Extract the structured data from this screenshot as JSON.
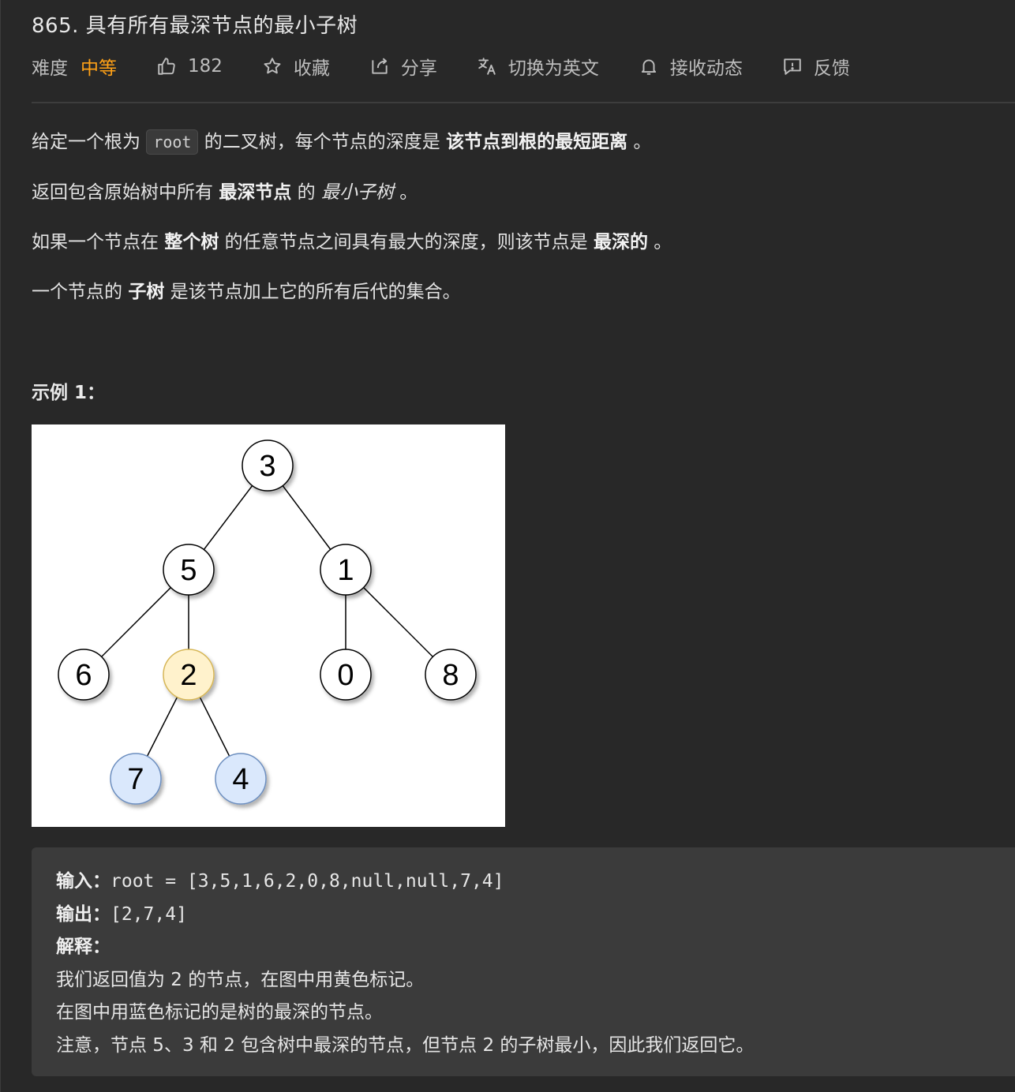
{
  "problem": {
    "title": "865. 具有所有最深节点的最小子树",
    "difficulty_label": "难度",
    "difficulty_value": "中等",
    "likes": "182",
    "favorite_label": "收藏",
    "share_label": "分享",
    "translate_label": "切换为英文",
    "notify_label": "接收动态",
    "feedback_label": "反馈"
  },
  "description": {
    "p1_a": "给定一个根为 ",
    "p1_code": "root",
    "p1_b": " 的二叉树，每个节点的深度是 ",
    "p1_bold": "该节点到根的最短距离",
    "p1_c": " 。",
    "p2_a": "返回包含原始树中所有 ",
    "p2_bold": "最深节点",
    "p2_b": " 的 ",
    "p2_italic": "最小子树",
    "p2_c": " 。",
    "p3_a": "如果一个节点在 ",
    "p3_bold1": "整个树",
    "p3_b": " 的任意节点之间具有最大的深度，则该节点是 ",
    "p3_bold2": "最深的",
    "p3_c": " 。",
    "p4_a": "一个节点的 ",
    "p4_bold": "子树",
    "p4_b": " 是该节点加上它的所有后代的集合。"
  },
  "example": {
    "title": "示例 1：",
    "tree_nodes": [
      "3",
      "5",
      "1",
      "6",
      "2",
      "0",
      "8",
      "7",
      "4"
    ],
    "colors": {
      "highlight_yellow": "#fff2cc",
      "highlight_blue": "#dae8fc",
      "accent": "#ffa116"
    },
    "input_label": "输入：",
    "input_value": "root = [3,5,1,6,2,0,8,null,null,7,4]",
    "output_label": "输出：",
    "output_value": "[2,7,4]",
    "explain_label": "解释：",
    "explain_1": "我们返回值为 2 的节点，在图中用黄色标记。",
    "explain_2": "在图中用蓝色标记的是树的最深的节点。",
    "explain_3": "注意，节点 5、3 和 2 包含树中最深的节点，但节点 2 的子树最小，因此我们返回它。"
  }
}
